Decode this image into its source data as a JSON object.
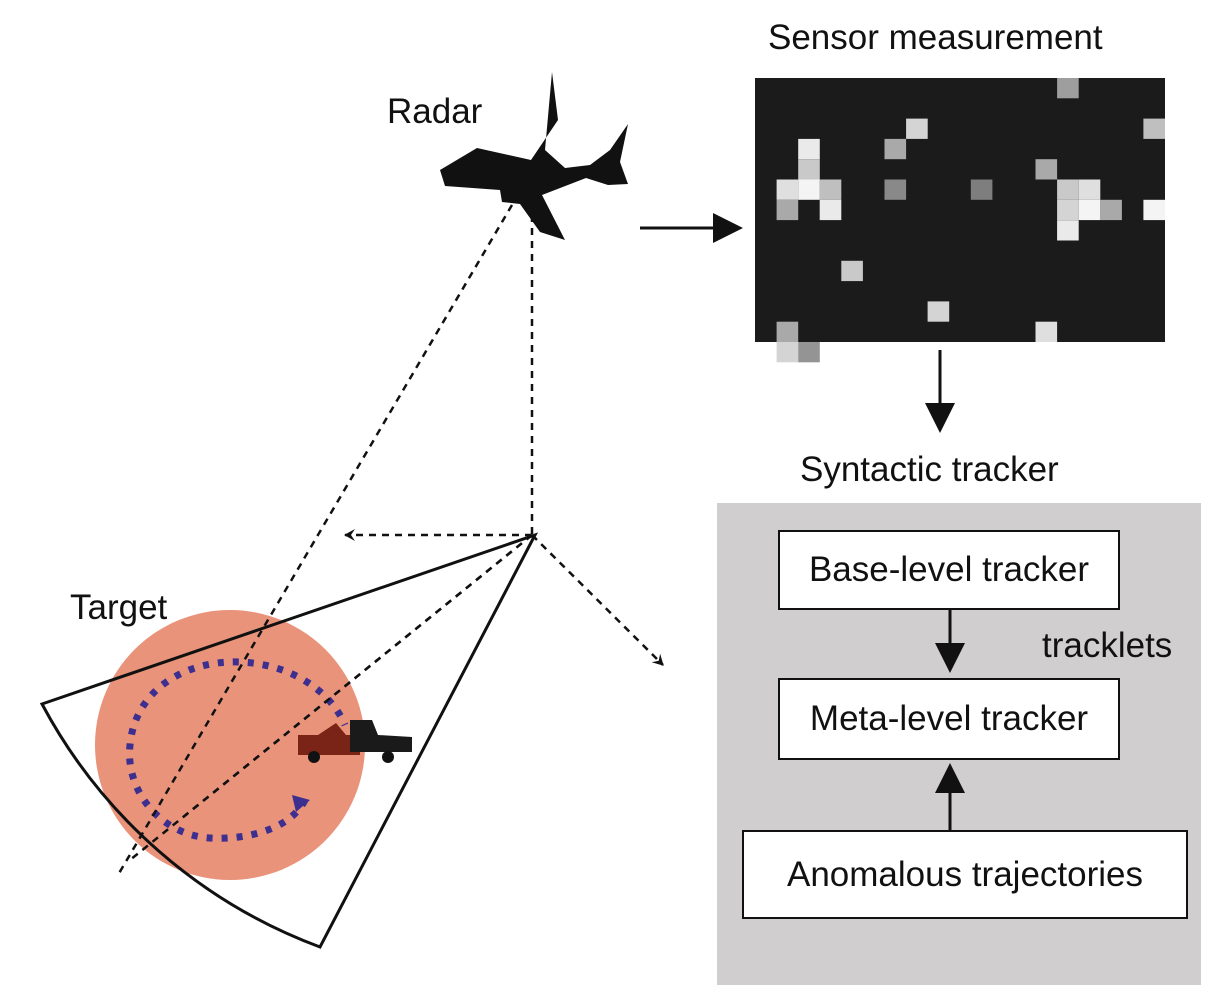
{
  "labels": {
    "radar": "Radar",
    "target": "Target",
    "sensor_measurement": "Sensor measurement",
    "syntactic_tracker": "Syntactic tracker",
    "tracklets": "tracklets"
  },
  "boxes": {
    "base_level": "Base-level tracker",
    "meta_level": "Meta-level tracker",
    "anomalous": "Anomalous trajectories"
  },
  "colors": {
    "target_disc": "#e8937a",
    "trajectory": "#3d2f8f",
    "sensor_background": "#1b1b1b",
    "panel": "#d0cecf"
  },
  "sensor_grid": {
    "cols": 19,
    "rows": 13,
    "cells": [
      [
        14,
        0,
        0.55
      ],
      [
        18,
        2,
        0.7
      ],
      [
        7,
        2,
        0.8
      ],
      [
        6,
        3,
        0.6
      ],
      [
        2,
        3,
        0.9
      ],
      [
        2,
        4,
        0.75
      ],
      [
        13,
        4,
        0.6
      ],
      [
        15,
        5,
        0.85
      ],
      [
        1,
        5,
        0.85
      ],
      [
        2,
        5,
        0.95
      ],
      [
        3,
        5,
        0.7
      ],
      [
        6,
        5,
        0.45
      ],
      [
        10,
        5,
        0.4
      ],
      [
        14,
        5,
        0.75
      ],
      [
        15,
        6,
        0.95
      ],
      [
        16,
        6,
        0.6
      ],
      [
        1,
        6,
        0.6
      ],
      [
        3,
        6,
        0.9
      ],
      [
        14,
        6,
        0.8
      ],
      [
        18,
        6,
        0.95
      ],
      [
        14,
        7,
        0.9
      ],
      [
        4,
        9,
        0.75
      ],
      [
        8,
        11,
        0.8
      ],
      [
        13,
        12,
        0.85
      ],
      [
        1,
        12,
        0.6
      ],
      [
        1,
        13,
        0.8
      ],
      [
        2,
        13,
        0.5
      ]
    ]
  }
}
